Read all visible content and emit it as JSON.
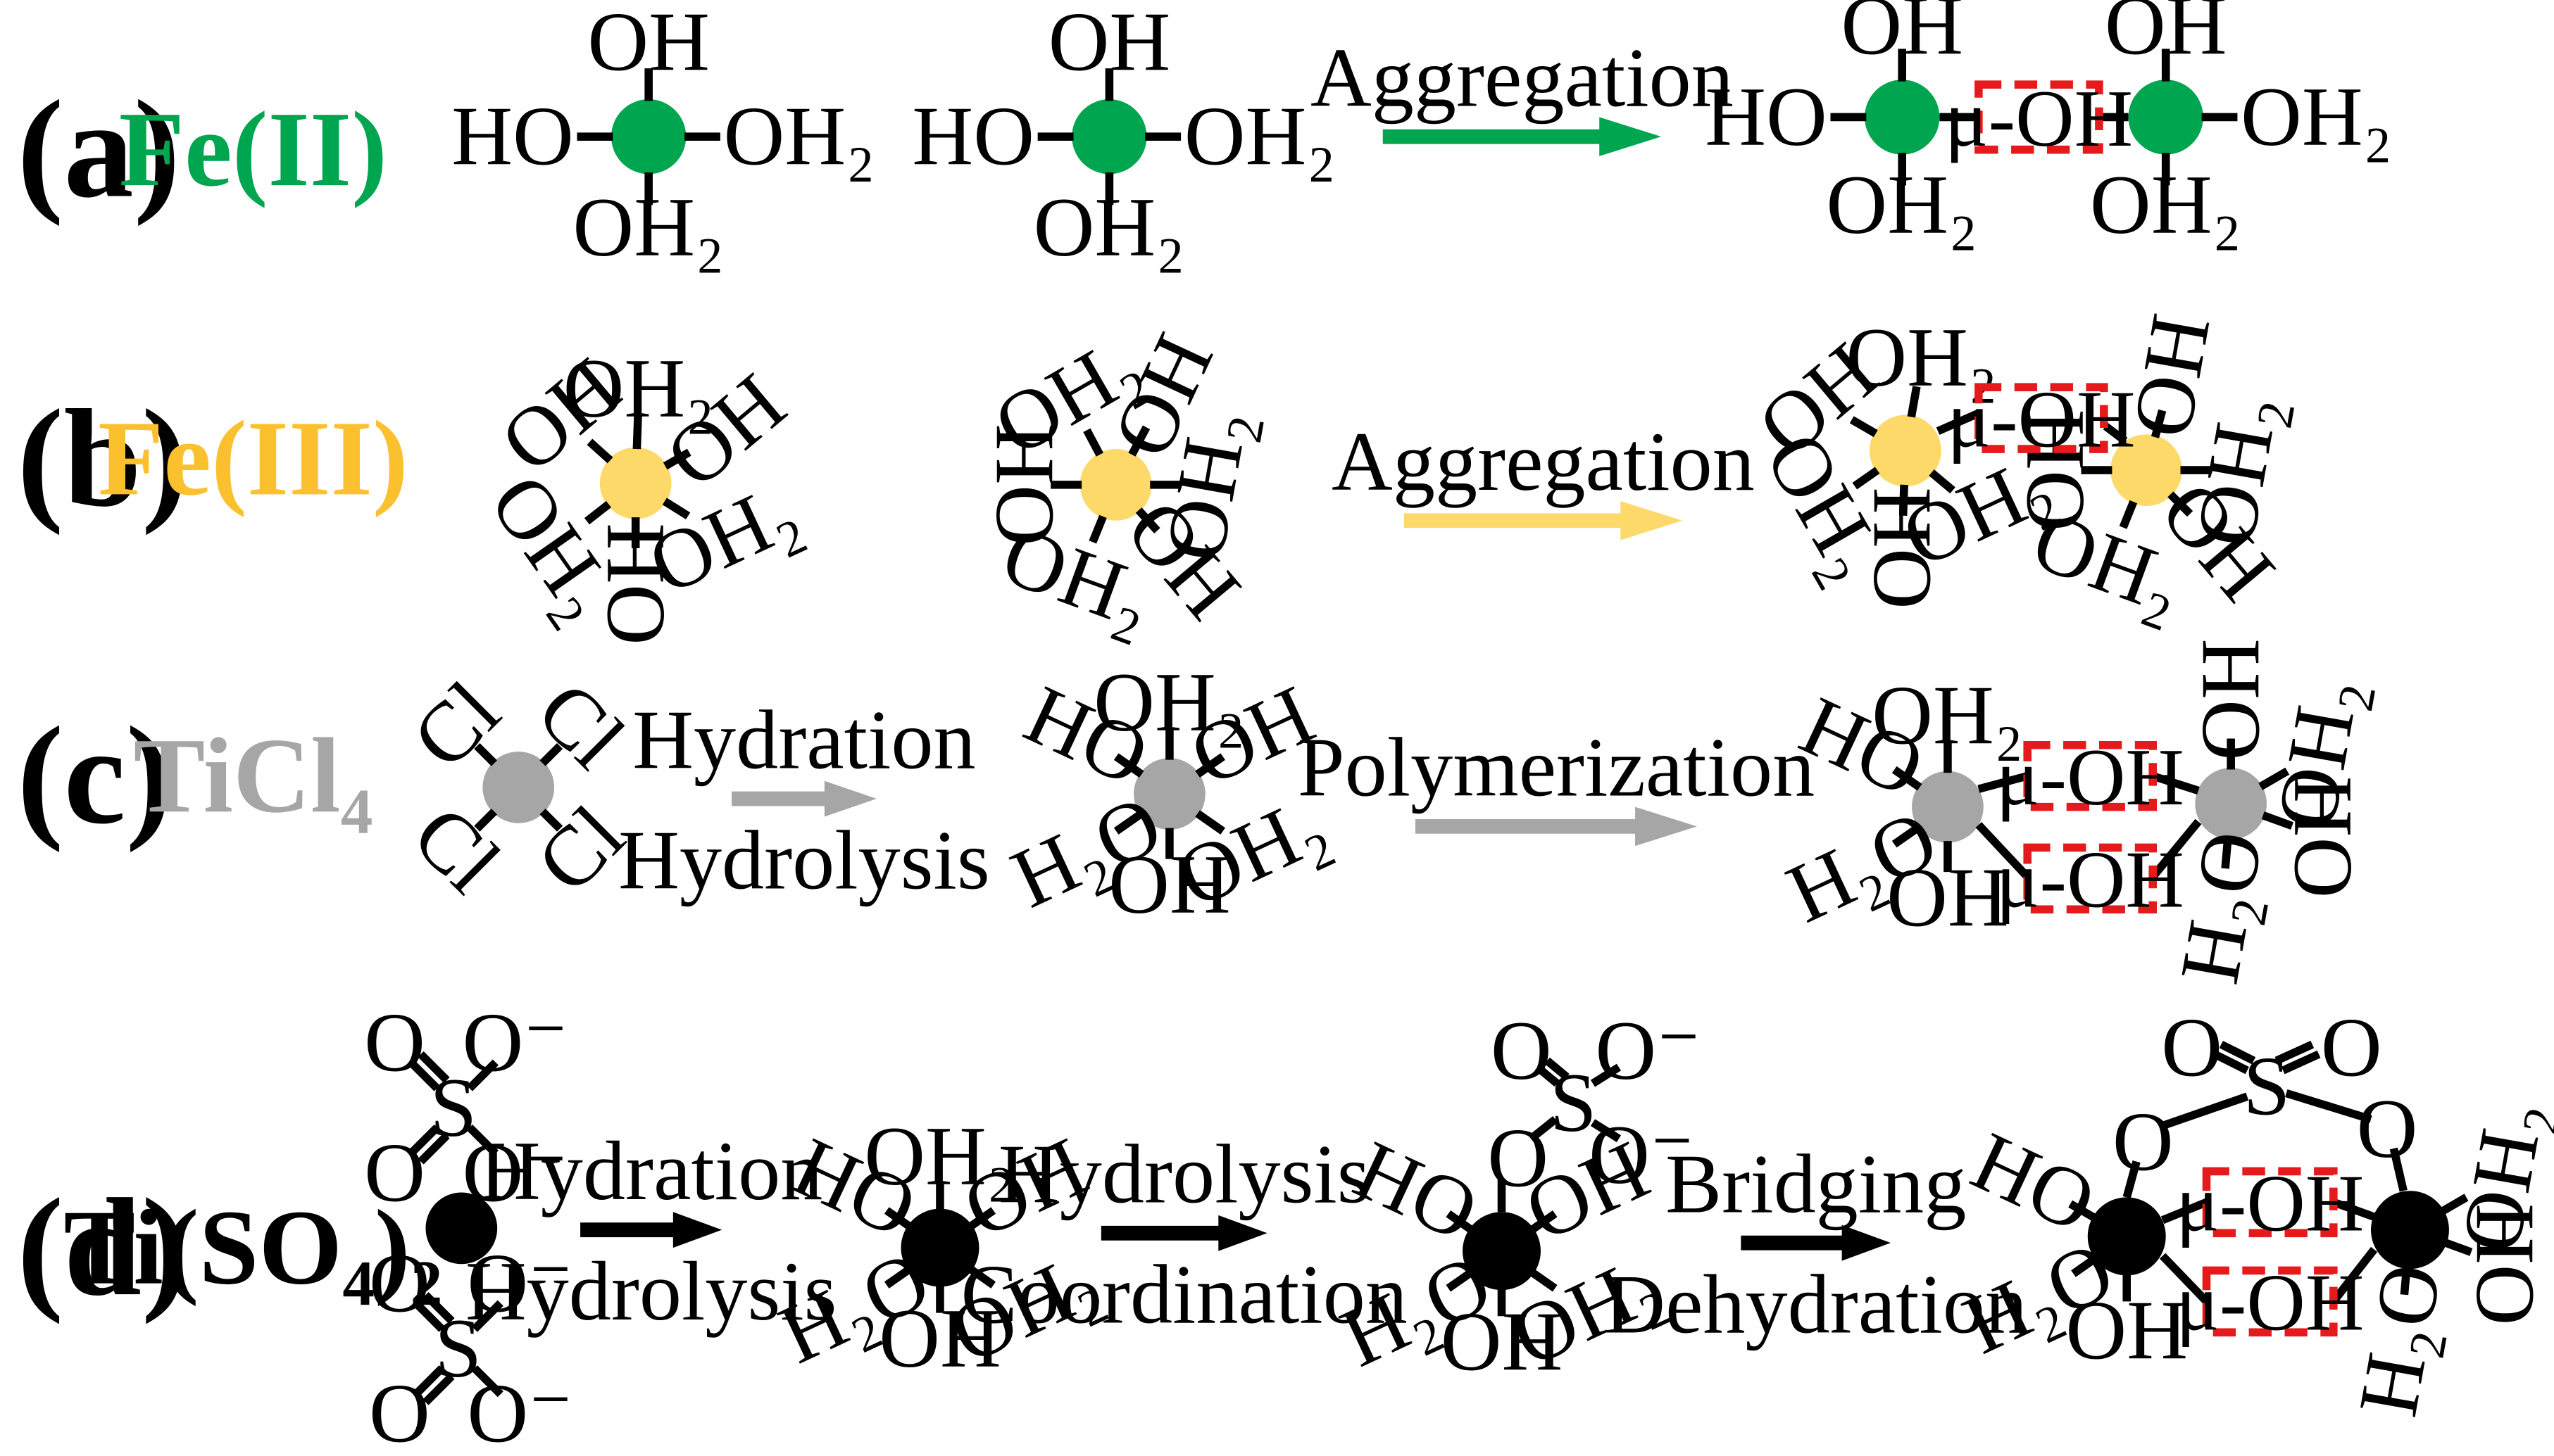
{
  "rows": [
    {
      "tag": "(a)",
      "species": "Fe(II)",
      "color": "#00a550",
      "arrows": [
        {
          "top": "Aggregation",
          "bottom": ""
        }
      ]
    },
    {
      "tag": "(b)",
      "species": "Fe(III)",
      "color": "#fdd96a",
      "arrows": [
        {
          "top": "Aggregation",
          "bottom": ""
        }
      ]
    },
    {
      "tag": "(c)",
      "species": "TiCl₄",
      "color": "#a6a6a6",
      "arrows": [
        {
          "top": "Hydration",
          "bottom": "Hydrolysis"
        },
        {
          "top": "Polymerization",
          "bottom": ""
        }
      ]
    },
    {
      "tag": "(d)",
      "species": "Ti(SO₄)₂",
      "color": "#000000",
      "arrows": [
        {
          "top": "Hydration",
          "bottom": "Hydrolysis"
        },
        {
          "top": "Hydrolysis",
          "bottom": "Coordination"
        },
        {
          "top": "Bridging",
          "bottom": "Dehydration"
        }
      ]
    }
  ],
  "ligands": {
    "hydroxyl": "OH",
    "hydroxyl_left": "HO",
    "water": "OH₂",
    "water_left": "H₂O",
    "chloride": "Cl",
    "oxygen": "O",
    "sulfur": "S",
    "oxide_anion": "O⁻"
  },
  "bridge_label": "μ-OH",
  "bridge_box_color": "#e41a1c"
}
